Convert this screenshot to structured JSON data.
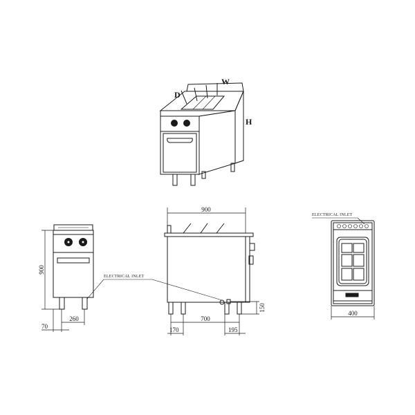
{
  "perspective_labels": {
    "depth": "D",
    "width": "W",
    "height": "H"
  },
  "front_view": {
    "height_dim": "900",
    "foot_offset_dim": "70",
    "foot_spacing_dim": "260"
  },
  "side_view": {
    "depth_dim": "900",
    "foot_spacing_dim": "700",
    "front_foot_dim": "170",
    "rear_foot_dim": "195",
    "inlet_height_dim": "150",
    "inlet_label": "ELECTRICAL INLET"
  },
  "top_view": {
    "width_dim": "400",
    "inlet_label": "ELECTRICAL INLET"
  }
}
